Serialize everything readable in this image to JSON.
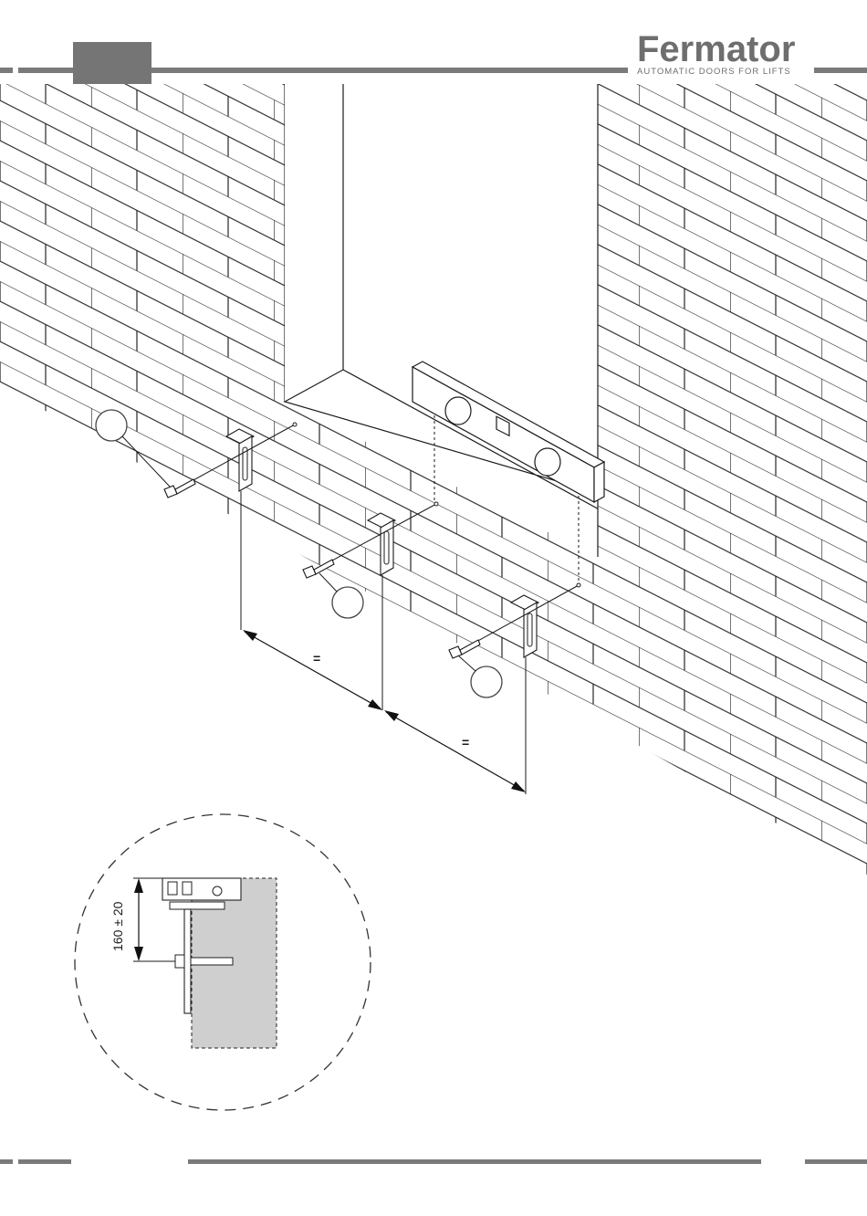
{
  "brand": {
    "name": "Fermator",
    "tagline": "AUTOMATIC DOORS FOR LIFTS",
    "color": "#6e6e6e"
  },
  "header": {
    "step_box_color": "#757575",
    "rule_color": "#7a7a7a"
  },
  "diagram": {
    "equal_mark_1": "=",
    "equal_mark_2": "=",
    "detail_dimension": "160 ± 20",
    "callouts": [
      "",
      "",
      ""
    ],
    "tool": "spirit-level"
  },
  "footer": {
    "rule_color": "#7a7a7a"
  }
}
